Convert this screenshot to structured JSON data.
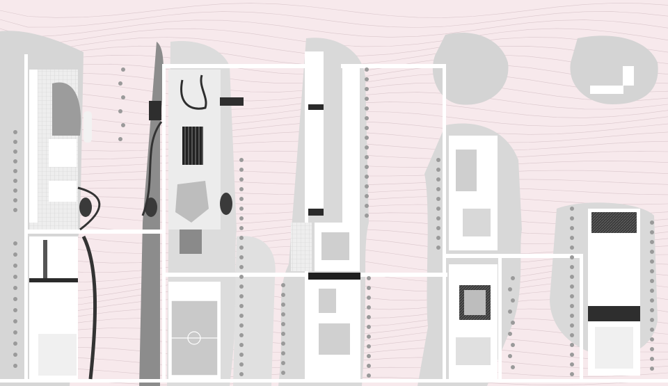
{
  "image": {
    "kind": "architectural site plan",
    "palette": {
      "ground": "#f7e9ec",
      "contour": "#d9c6cb",
      "landscape_gray": "#d7d7d7",
      "building_white": "#ffffff",
      "dark_feature": "#2e2e2e",
      "mid_gray": "#8f8f8f",
      "tree": "#9a9a9a",
      "frame": "#ffffff"
    },
    "blocks": [
      "block-1",
      "block-2",
      "block-3",
      "block-4",
      "block-5"
    ],
    "features": [
      "contour-lines",
      "landscape-zones",
      "buildings",
      "walkways",
      "courtyards",
      "sports-field",
      "trees",
      "ponds"
    ]
  }
}
